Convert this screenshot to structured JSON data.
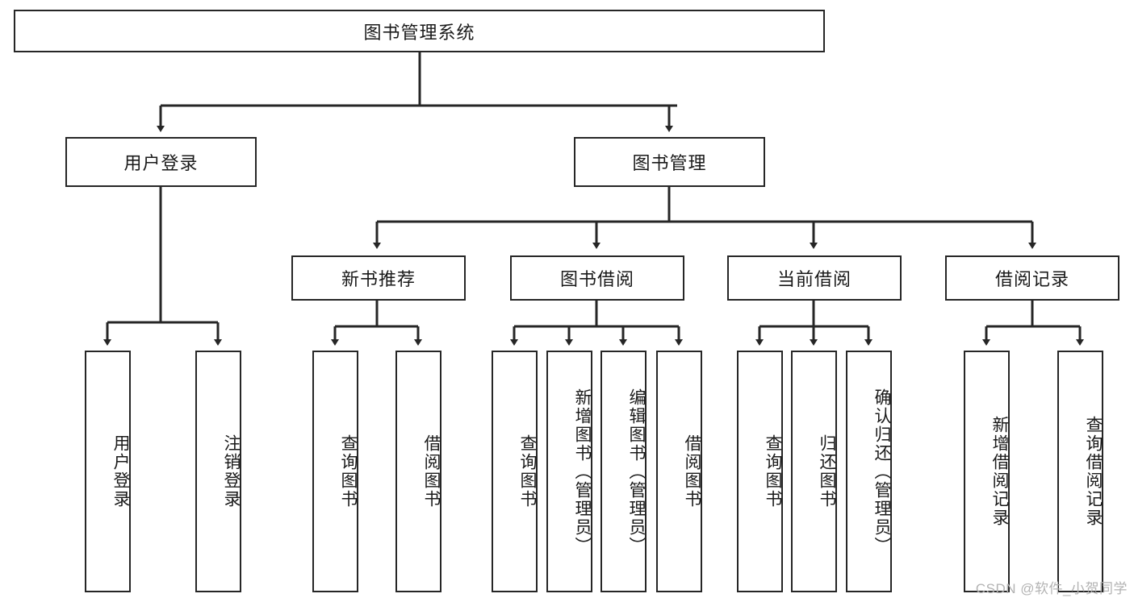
{
  "diagram": {
    "title": "图书管理系统",
    "type": "tree-hierarchy-diagram",
    "root": {
      "label": "图书管理系统"
    },
    "level2": [
      {
        "label": "用户登录"
      },
      {
        "label": "图书管理"
      }
    ],
    "level3": [
      {
        "label": "新书推荐"
      },
      {
        "label": "图书借阅"
      },
      {
        "label": "当前借阅"
      },
      {
        "label": "借阅记录"
      }
    ],
    "leaves": {
      "user_login": [
        {
          "label": "用户登录"
        },
        {
          "label": "注销登录"
        }
      ],
      "new_book_recommend": [
        {
          "label": "查询图书"
        },
        {
          "label": "借阅图书"
        }
      ],
      "book_borrow": [
        {
          "label": "查询图书"
        },
        {
          "label": "新增图书（管理员）"
        },
        {
          "label": "编辑图书（管理员）"
        },
        {
          "label": "借阅图书"
        }
      ],
      "current_borrow": [
        {
          "label": "查询图书"
        },
        {
          "label": "归还图书"
        },
        {
          "label": "确认归还（管理员）"
        }
      ],
      "borrow_record": [
        {
          "label": "新增借阅记录"
        },
        {
          "label": "查询借阅记录"
        }
      ]
    }
  },
  "watermark": {
    "text": "CSDN @软件_小贺同学"
  },
  "colors": {
    "border": "#262626",
    "background": "#ffffff",
    "text": "#1a1a1a",
    "watermark": "#b3b3b3"
  }
}
